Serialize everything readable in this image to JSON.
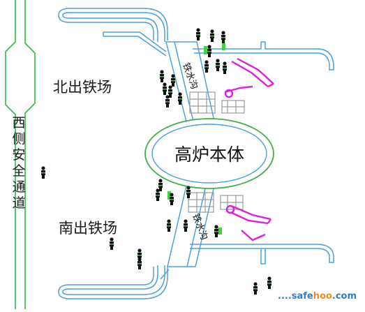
{
  "labels": {
    "furnace_core": "高炉本体",
    "north_yard": "北出铁场",
    "south_yard": "南出铁场",
    "iron_trough_north": "铁水沟",
    "iron_trough_south": "铁水沟",
    "west_passage": "西侧安全通道"
  },
  "watermark": {
    "dots": "....",
    "left": "safe",
    "right": "hoo",
    "suffix": ".com"
  },
  "colors": {
    "road_outline": "#4aa0dc",
    "furnace_ring": "#3fae46",
    "passage_line": "#37b34a",
    "machine": "#e020d8",
    "equipment": "#9a9a9a",
    "worker": "#111111",
    "highlight": "#43d043",
    "watermark_blue": "#2a7fd0",
    "watermark_orange": "#f08a1c"
  },
  "icons": {
    "worker": "worker-figure-icon",
    "mud_gun": "mud-gun-icon",
    "drill": "tapping-machine-icon"
  }
}
